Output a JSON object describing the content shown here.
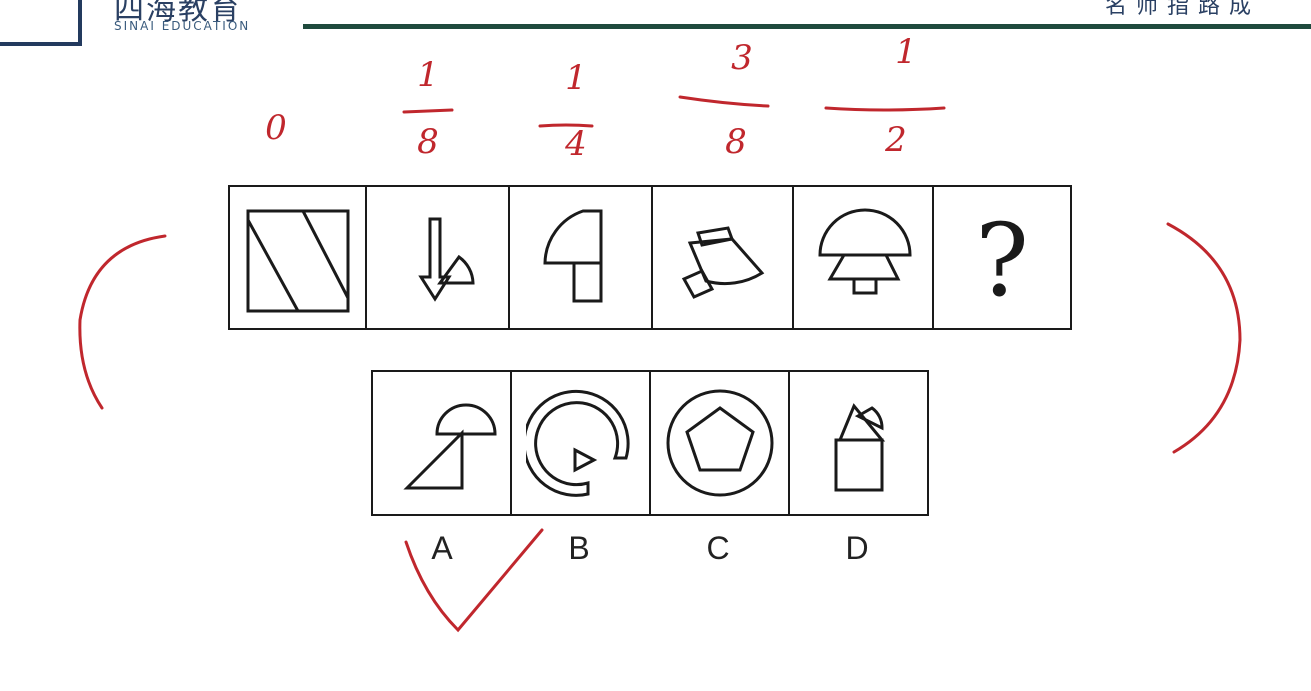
{
  "header": {
    "logo_cn": "四海教育",
    "logo_en": "SINAI EDUCATION",
    "slogan": "名师指路成"
  },
  "question": {
    "question_mark": "?"
  },
  "annotations": {
    "cell1": "0",
    "cell2_num": "1",
    "cell2_den": "8",
    "cell3_num": "1",
    "cell3_den": "4",
    "cell4_num": "3",
    "cell4_den": "8",
    "cell5_num": "1",
    "cell5_den": "2"
  },
  "options": {
    "labels": [
      "A",
      "B",
      "C",
      "D"
    ]
  },
  "colors": {
    "ink": "#c0272d",
    "line": "#1a1a1a",
    "brand": "#233a5e",
    "rule": "#1f4a3d"
  }
}
